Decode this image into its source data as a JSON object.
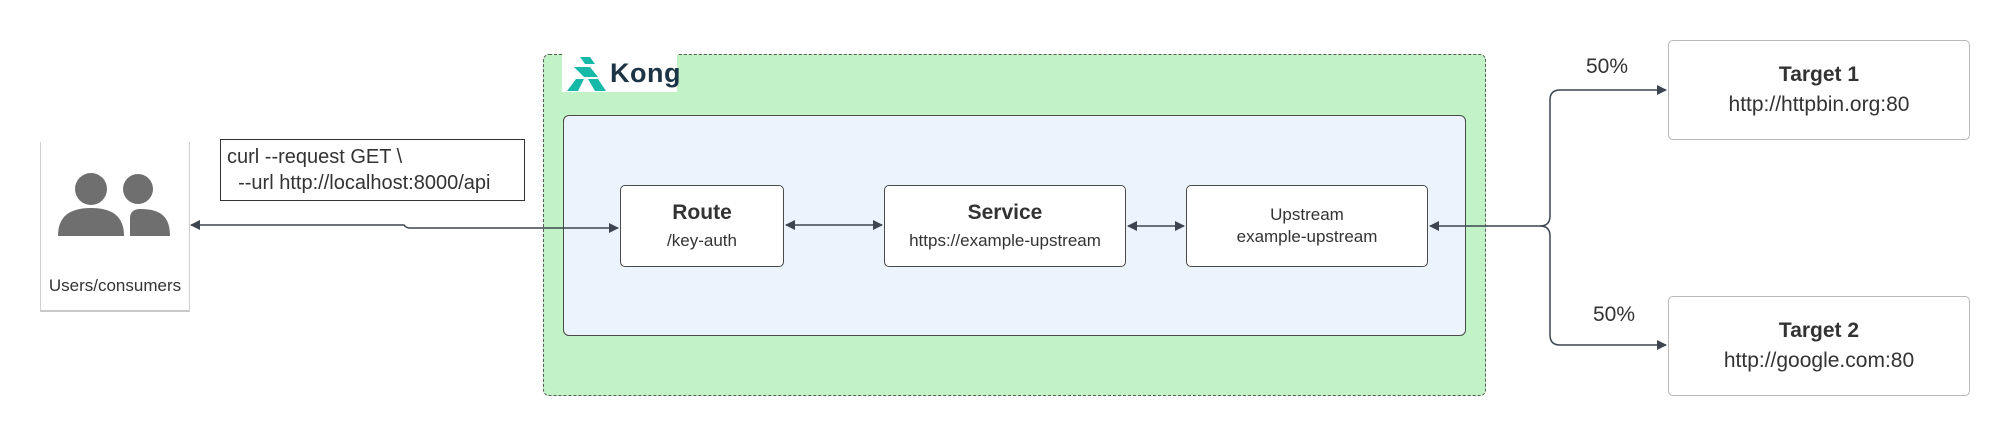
{
  "users": {
    "label": "Users/consumers",
    "icon": "users-icon"
  },
  "curl": {
    "line1": "curl --request GET \\",
    "line2": "  --url http://localhost:8000/api"
  },
  "kong": {
    "logo_text": "Kong",
    "logo_icon": "kong-logo-icon",
    "container_color": "#c1f3c6",
    "logo_color": "#1c3546",
    "logo_accent": "#16b8a8"
  },
  "panel": {
    "color": "#ebf3fd"
  },
  "route": {
    "title": "Route",
    "subtitle": "/key-auth"
  },
  "service": {
    "title": "Service",
    "subtitle": "https://example-upstream"
  },
  "upstream": {
    "line1": "Upstream",
    "line2": "example-upstream"
  },
  "targets": [
    {
      "title": "Target 1",
      "url": "http://httpbin.org:80",
      "weight": "50%"
    },
    {
      "title": "Target 2",
      "url": "http://google.com:80",
      "weight": "50%"
    }
  ]
}
